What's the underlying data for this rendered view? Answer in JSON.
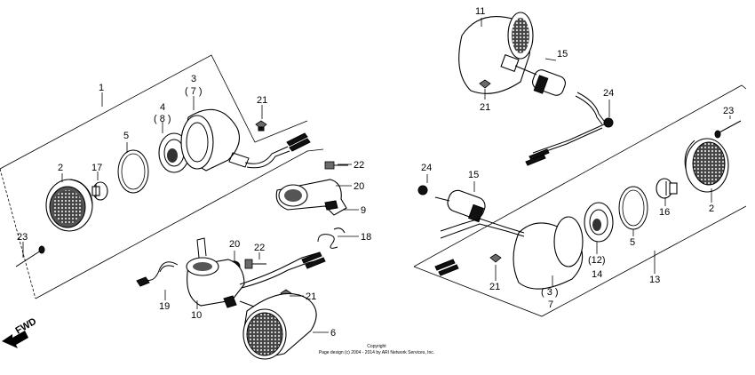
{
  "parts": {
    "p1": "1",
    "p2a": "2",
    "p3a": "3",
    "p7a": "( 7 )",
    "p4": "4",
    "p8": "( 8 )",
    "p5a": "5",
    "p17": "17",
    "p21a": "21",
    "p23a": "23",
    "p22a": "22",
    "p20a": "20",
    "p9": "9",
    "p18": "18",
    "p20b": "20",
    "p22b": "22",
    "p19": "19",
    "p10": "10",
    "p21b": "21",
    "p6": "6",
    "p11": "11",
    "p15a": "15",
    "p21c": "21",
    "p24a": "24",
    "p23b": "23",
    "p13": "13",
    "p24b": "24",
    "p15b": "15",
    "p16": "16",
    "p2b": "2",
    "p5b": "5",
    "p12": "(12)",
    "p14": "14",
    "p3b": "( 3 )",
    "p7b": "7",
    "p21d": "21"
  },
  "fwd_label": "FWD",
  "copyright": {
    "line1": "Copyright",
    "line2": "Page design (c) 2004 - 2014 by ARI Network Services, Inc."
  }
}
